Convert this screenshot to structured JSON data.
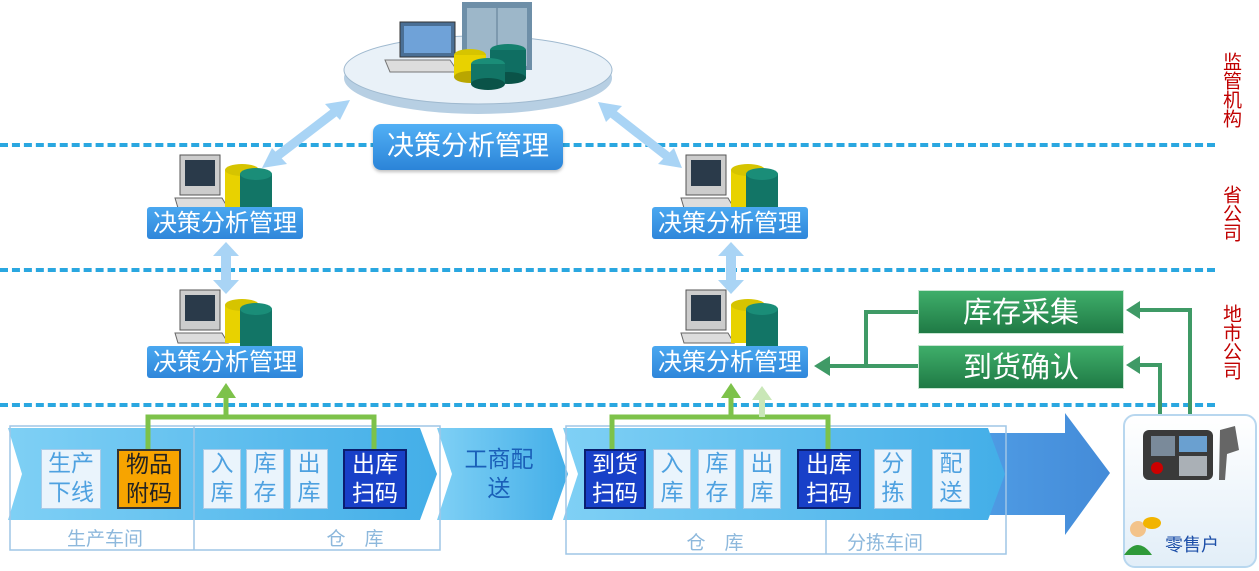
{
  "tiers": {
    "regulator": "监管机构",
    "province": "省公司",
    "city": "地市公司"
  },
  "decision": {
    "top": "决策分析管理",
    "province_left": "决策分析管理",
    "province_right": "决策分析管理",
    "city_left": "决策分析管理",
    "city_right": "决策分析管理"
  },
  "factory": {
    "cells": [
      "生产下线",
      "物品附码",
      "入库",
      "库存",
      "出库",
      "出库扫码"
    ],
    "label_workshop": "生产车间",
    "label_warehouse": "仓　库"
  },
  "transit": {
    "label": "工商配送"
  },
  "commerce": {
    "cells": [
      "到货扫码",
      "入库",
      "库存",
      "出库",
      "出库扫码",
      "分拣",
      "配送"
    ],
    "label_warehouse": "仓　库",
    "label_sorting": "分拣车间"
  },
  "actions": {
    "inventory": "库存采集",
    "arrival": "到货确认"
  },
  "retailer": {
    "label": "零售户"
  },
  "colors": {
    "dash": "#2aa7e0",
    "tier_text": "#c00000",
    "decision_box": "#3a96e6",
    "green_action": "#2a8c52",
    "green_line": "#7dc24a",
    "highlight_orange": "#f7a400",
    "highlight_blue": "#1840c8"
  }
}
